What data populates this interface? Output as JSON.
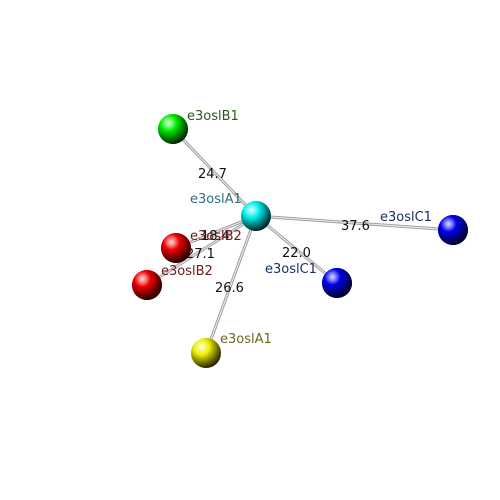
{
  "diagram": {
    "nodes": [
      {
        "id": "b1",
        "label": "e3oslB1",
        "label_color": "#2a5a1a",
        "fill": "#00ee00"
      },
      {
        "id": "a1c",
        "label": "e3oslA1",
        "label_color": "#2f6f7a",
        "fill": "#00eeee"
      },
      {
        "id": "c1r",
        "label": "e3oslC1",
        "label_color": "#1a2f6a",
        "fill": "#0000ee"
      },
      {
        "id": "c1",
        "label": "e3oslC1",
        "label_color": "#1a2f6a",
        "fill": "#0000ee"
      },
      {
        "id": "b2a",
        "label": "e3oslB2",
        "label_color": "#6a1a1a",
        "fill": "#ee0000"
      },
      {
        "id": "b2b",
        "label": "e3oslB2",
        "label_color": "#6a1a1a",
        "fill": "#ee0000"
      },
      {
        "id": "a1y",
        "label": "e3oslA1",
        "label_color": "#6a6a1a",
        "fill": "#eeee00"
      }
    ],
    "edges": [
      {
        "from": "a1c",
        "to": "b1",
        "label": "24.7"
      },
      {
        "from": "a1c",
        "to": "c1r",
        "label": "37.6"
      },
      {
        "from": "a1c",
        "to": "c1",
        "label": "22.0"
      },
      {
        "from": "a1c",
        "to": "b2a",
        "label": "18.4"
      },
      {
        "from": "a1c",
        "to": "b2b",
        "label": "27.1"
      },
      {
        "from": "a1c",
        "to": "a1y",
        "label": "26.6"
      }
    ]
  }
}
